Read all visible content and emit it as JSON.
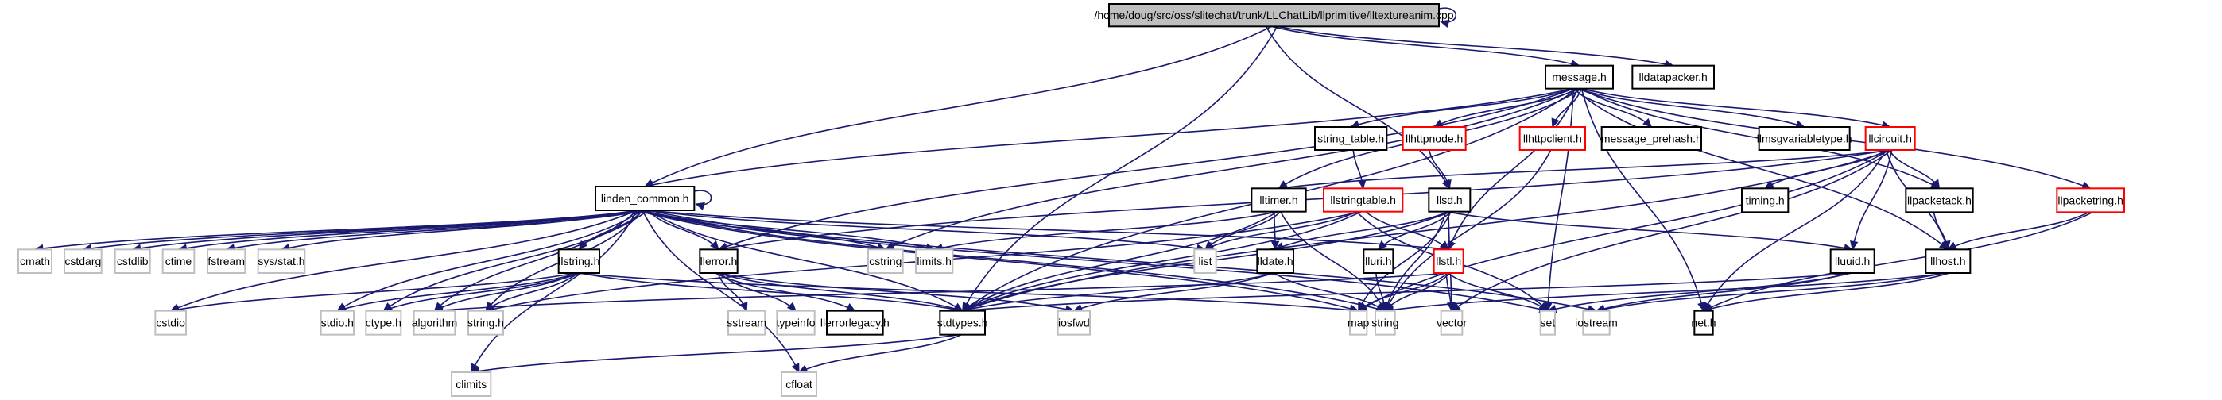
{
  "title": "/home/doug/src/oss/slitechat/trunk/LLChatLib/llprimitive/lltextureanim.cpp",
  "colors": {
    "edge": "#191970",
    "root_fill": "#bfbfbf",
    "documented_border": "#000000",
    "undocumented_border": "#ff0000",
    "system_border": "#bfbfbf"
  },
  "nodes": [
    {
      "id": "root",
      "label": "/home/doug/src/oss/slitechat/trunk/LLChatLib/llprimitive/lltextureanim.cpp",
      "kind": "root"
    },
    {
      "id": "message_h",
      "label": "message.h",
      "kind": "doc"
    },
    {
      "id": "lldatapacker_h",
      "label": "lldatapacker.h",
      "kind": "doc"
    },
    {
      "id": "string_table_h",
      "label": "string_table.h",
      "kind": "doc"
    },
    {
      "id": "llhttpnode_h",
      "label": "llhttpnode.h",
      "kind": "undoc"
    },
    {
      "id": "llhttpclient_h",
      "label": "llhttpclient.h",
      "kind": "undoc"
    },
    {
      "id": "message_prehash_h",
      "label": "message_prehash.h",
      "kind": "doc"
    },
    {
      "id": "llmsgvariabletype_h",
      "label": "llmsgvariabletype.h",
      "kind": "doc"
    },
    {
      "id": "llcircuit_h",
      "label": "llcircuit.h",
      "kind": "undoc"
    },
    {
      "id": "linden_common_h",
      "label": "linden_common.h",
      "kind": "doc"
    },
    {
      "id": "lltimer_h",
      "label": "lltimer.h",
      "kind": "doc"
    },
    {
      "id": "llstringtable_h",
      "label": "llstringtable.h",
      "kind": "undoc"
    },
    {
      "id": "llsd_h",
      "label": "llsd.h",
      "kind": "doc"
    },
    {
      "id": "timing_h",
      "label": "timing.h",
      "kind": "doc"
    },
    {
      "id": "llpacketack_h",
      "label": "llpacketack.h",
      "kind": "doc"
    },
    {
      "id": "llpacketring_h",
      "label": "llpacketring.h",
      "kind": "undoc"
    },
    {
      "id": "cmath",
      "label": "cmath",
      "kind": "sys"
    },
    {
      "id": "cstdarg",
      "label": "cstdarg",
      "kind": "sys"
    },
    {
      "id": "cstdlib",
      "label": "cstdlib",
      "kind": "sys"
    },
    {
      "id": "ctime",
      "label": "ctime",
      "kind": "sys"
    },
    {
      "id": "fstream",
      "label": "fstream",
      "kind": "sys"
    },
    {
      "id": "sys_stat_h",
      "label": "sys/stat.h",
      "kind": "sys"
    },
    {
      "id": "llstring_h",
      "label": "llstring.h",
      "kind": "doc"
    },
    {
      "id": "llerror_h",
      "label": "llerror.h",
      "kind": "doc"
    },
    {
      "id": "cstring",
      "label": "cstring",
      "kind": "sys"
    },
    {
      "id": "limits_h",
      "label": "limits.h",
      "kind": "sys"
    },
    {
      "id": "list",
      "label": "list",
      "kind": "sys"
    },
    {
      "id": "lldate_h",
      "label": "lldate.h",
      "kind": "doc"
    },
    {
      "id": "lluri_h",
      "label": "lluri.h",
      "kind": "doc"
    },
    {
      "id": "llstl_h",
      "label": "llstl.h",
      "kind": "undoc"
    },
    {
      "id": "lluuid_h",
      "label": "lluuid.h",
      "kind": "doc"
    },
    {
      "id": "llhost_h",
      "label": "llhost.h",
      "kind": "doc"
    },
    {
      "id": "cstdio",
      "label": "cstdio",
      "kind": "sys"
    },
    {
      "id": "stdio_h",
      "label": "stdio.h",
      "kind": "sys"
    },
    {
      "id": "ctype_h",
      "label": "ctype.h",
      "kind": "sys"
    },
    {
      "id": "algorithm",
      "label": "algorithm",
      "kind": "sys"
    },
    {
      "id": "string_h",
      "label": "string.h",
      "kind": "sys"
    },
    {
      "id": "sstream",
      "label": "sstream",
      "kind": "sys"
    },
    {
      "id": "typeinfo",
      "label": "typeinfo",
      "kind": "sys"
    },
    {
      "id": "llerrorlegacy_h",
      "label": "llerrorlegacy.h",
      "kind": "doc"
    },
    {
      "id": "stdtypes_h",
      "label": "stdtypes.h",
      "kind": "doc"
    },
    {
      "id": "iosfwd",
      "label": "iosfwd",
      "kind": "sys"
    },
    {
      "id": "map",
      "label": "map",
      "kind": "sys"
    },
    {
      "id": "string",
      "label": "string",
      "kind": "sys"
    },
    {
      "id": "vector",
      "label": "vector",
      "kind": "sys"
    },
    {
      "id": "set",
      "label": "set",
      "kind": "sys"
    },
    {
      "id": "iostream",
      "label": "iostream",
      "kind": "sys"
    },
    {
      "id": "net_h",
      "label": "net.h",
      "kind": "doc"
    },
    {
      "id": "climits",
      "label": "climits",
      "kind": "sys"
    },
    {
      "id": "cfloat",
      "label": "cfloat",
      "kind": "sys"
    }
  ],
  "edges": [
    [
      "root",
      "root"
    ],
    [
      "root",
      "linden_common_h"
    ],
    [
      "root",
      "stdtypes_h"
    ],
    [
      "root",
      "llsd_h"
    ],
    [
      "root",
      "message_h"
    ],
    [
      "root",
      "lldatapacker_h"
    ],
    [
      "message_h",
      "linden_common_h"
    ],
    [
      "message_h",
      "cstring"
    ],
    [
      "message_h",
      "lltimer_h"
    ],
    [
      "message_h",
      "string_table_h"
    ],
    [
      "message_h",
      "llhttpnode_h"
    ],
    [
      "message_h",
      "llhttpclient_h"
    ],
    [
      "message_h",
      "message_prehash_h"
    ],
    [
      "message_h",
      "llmsgvariabletype_h"
    ],
    [
      "message_h",
      "llcircuit_h"
    ],
    [
      "message_h",
      "llerror_h"
    ],
    [
      "message_h",
      "llstl_h"
    ],
    [
      "message_h",
      "llpacketack_h"
    ],
    [
      "message_h",
      "llhost_h"
    ],
    [
      "message_h",
      "llpacketring_h"
    ],
    [
      "message_h",
      "net_h"
    ],
    [
      "message_h",
      "set"
    ],
    [
      "message_h",
      "stdtypes_h"
    ],
    [
      "string_table_h",
      "llstringtable_h"
    ],
    [
      "llhttpnode_h",
      "llsd_h"
    ],
    [
      "llhttpclient_h",
      "string"
    ],
    [
      "llcircuit_h",
      "lltimer_h"
    ],
    [
      "llcircuit_h",
      "timing_h"
    ],
    [
      "llcircuit_h",
      "llpacketack_h"
    ],
    [
      "llcircuit_h",
      "lluuid_h"
    ],
    [
      "llcircuit_h",
      "llhost_h"
    ],
    [
      "llcircuit_h",
      "map"
    ],
    [
      "llcircuit_h",
      "vector"
    ],
    [
      "llcircuit_h",
      "net_h"
    ],
    [
      "llcircuit_h",
      "llerror_h"
    ],
    [
      "llcircuit_h",
      "stdtypes_h"
    ],
    [
      "linden_common_h",
      "linden_common_h"
    ],
    [
      "linden_common_h",
      "cmath"
    ],
    [
      "linden_common_h",
      "cstdarg"
    ],
    [
      "linden_common_h",
      "cstdlib"
    ],
    [
      "linden_common_h",
      "ctime"
    ],
    [
      "linden_common_h",
      "fstream"
    ],
    [
      "linden_common_h",
      "sys_stat_h"
    ],
    [
      "linden_common_h",
      "llstring_h"
    ],
    [
      "linden_common_h",
      "llerror_h"
    ],
    [
      "linden_common_h",
      "cstring"
    ],
    [
      "linden_common_h",
      "limits_h"
    ],
    [
      "linden_common_h",
      "list"
    ],
    [
      "linden_common_h",
      "cstdio"
    ],
    [
      "linden_common_h",
      "stdio_h"
    ],
    [
      "linden_common_h",
      "ctype_h"
    ],
    [
      "linden_common_h",
      "algorithm"
    ],
    [
      "linden_common_h",
      "string_h"
    ],
    [
      "linden_common_h",
      "stdtypes_h"
    ],
    [
      "linden_common_h",
      "map"
    ],
    [
      "linden_common_h",
      "string"
    ],
    [
      "linden_common_h",
      "iostream"
    ],
    [
      "linden_common_h",
      "climits"
    ],
    [
      "linden_common_h",
      "cfloat"
    ],
    [
      "linden_common_h",
      "llstl_h"
    ],
    [
      "linden_common_h",
      "set"
    ],
    [
      "lltimer_h",
      "limits_h"
    ],
    [
      "lltimer_h",
      "list"
    ],
    [
      "lltimer_h",
      "lldate_h"
    ],
    [
      "lltimer_h",
      "stdtypes_h"
    ],
    [
      "lltimer_h",
      "string"
    ],
    [
      "llstringtable_h",
      "list"
    ],
    [
      "llstringtable_h",
      "string_h"
    ],
    [
      "llstringtable_h",
      "llstl_h"
    ],
    [
      "llstringtable_h",
      "set"
    ],
    [
      "llstringtable_h",
      "stdtypes_h"
    ],
    [
      "llsd_h",
      "map"
    ],
    [
      "llsd_h",
      "string"
    ],
    [
      "llsd_h",
      "lldate_h"
    ],
    [
      "llsd_h",
      "lluri_h"
    ],
    [
      "llsd_h",
      "lluuid_h"
    ],
    [
      "llsd_h",
      "vector"
    ],
    [
      "llsd_h",
      "stdtypes_h"
    ],
    [
      "llpacketack_h",
      "llhost_h"
    ],
    [
      "llpacketring_h",
      "llhost_h"
    ],
    [
      "llpacketring_h",
      "net_h"
    ],
    [
      "llstring_h",
      "cstdio"
    ],
    [
      "llstring_h",
      "stdio_h"
    ],
    [
      "llstring_h",
      "ctype_h"
    ],
    [
      "llstring_h",
      "algorithm"
    ],
    [
      "llstring_h",
      "string_h"
    ],
    [
      "llstring_h",
      "stdtypes_h"
    ],
    [
      "llstring_h",
      "map"
    ],
    [
      "llerror_h",
      "sstream"
    ],
    [
      "llerror_h",
      "typeinfo"
    ],
    [
      "llerror_h",
      "llerrorlegacy_h"
    ],
    [
      "llerror_h",
      "stdtypes_h"
    ],
    [
      "llerror_h",
      "iosfwd"
    ],
    [
      "lldate_h",
      "iosfwd"
    ],
    [
      "lldate_h",
      "string"
    ],
    [
      "lldate_h",
      "stdtypes_h"
    ],
    [
      "lluri_h",
      "string"
    ],
    [
      "llstl_h",
      "map"
    ],
    [
      "llstl_h",
      "string"
    ],
    [
      "llstl_h",
      "vector"
    ],
    [
      "llstl_h",
      "set"
    ],
    [
      "llstl_h",
      "algorithm"
    ],
    [
      "lluuid_h",
      "iostream"
    ],
    [
      "lluuid_h",
      "set"
    ],
    [
      "lluuid_h",
      "stdtypes_h"
    ],
    [
      "llhost_h",
      "iostream"
    ],
    [
      "llhost_h",
      "string"
    ],
    [
      "llhost_h",
      "net_h"
    ],
    [
      "stdtypes_h",
      "climits"
    ],
    [
      "stdtypes_h",
      "cfloat"
    ]
  ]
}
